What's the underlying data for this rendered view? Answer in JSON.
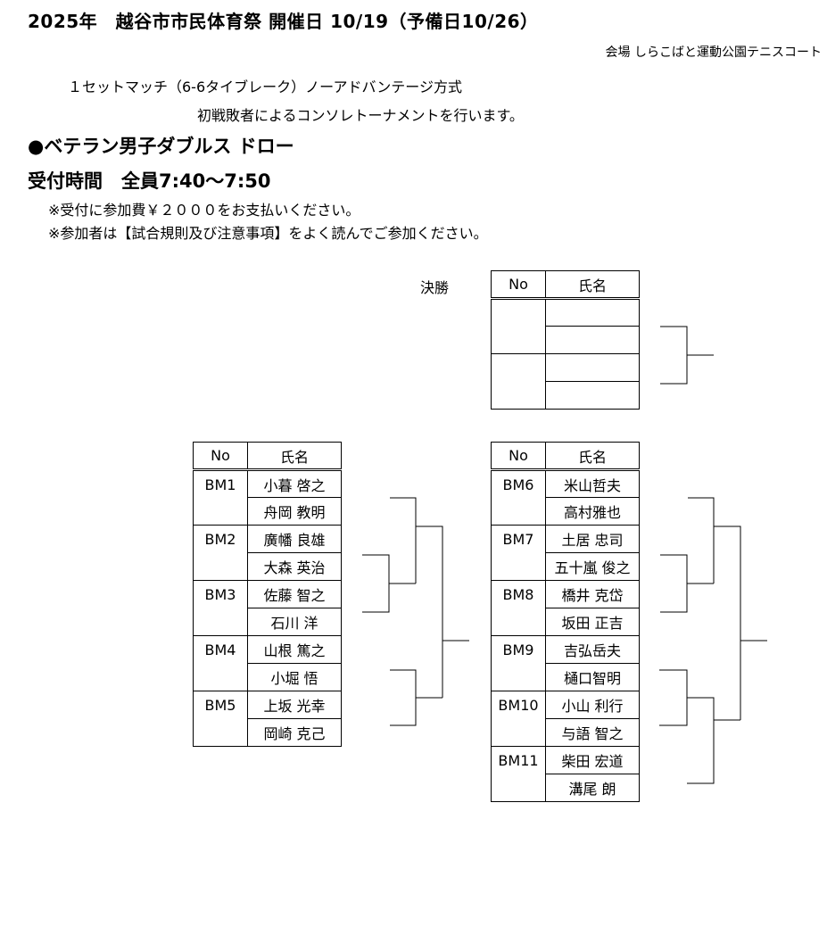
{
  "header": {
    "title": "2025年　越谷市市民体育祭 開催日 10/19（予備日10/26）",
    "venue": "会場 しらこばと運動公園テニスコート",
    "rule1": "１セットマッチ（6-6タイブレーク）ノーアドバンテージ方式",
    "rule2": "初戦敗者によるコンソレトーナメントを行います。",
    "section": "●ベテラン男子ダブルス ドロー",
    "reception": "受付時間　全員7:40～7:50",
    "note1": "※受付に参加費￥２０００をお支払いください。",
    "note2": "※参加者は【試合規則及び注意事項】をよく読んでご参加ください。"
  },
  "final": {
    "label": "決勝",
    "col_no": "No",
    "col_name": "氏名"
  },
  "left": {
    "col_no": "No",
    "col_name": "氏名",
    "pairs": [
      {
        "no": "BM1",
        "p1": "小暮 啓之",
        "p2": "舟岡 教明"
      },
      {
        "no": "BM2",
        "p1": "廣幡 良雄",
        "p2": "大森 英治"
      },
      {
        "no": "BM3",
        "p1": "佐藤 智之",
        "p2": "石川 洋"
      },
      {
        "no": "BM4",
        "p1": "山根 篤之",
        "p2": "小堀 悟"
      },
      {
        "no": "BM5",
        "p1": "上坂 光幸",
        "p2": "岡崎 克己"
      }
    ]
  },
  "right": {
    "col_no": "No",
    "col_name": "氏名",
    "pairs": [
      {
        "no": "BM6",
        "p1": "米山哲夫",
        "p2": "高村雅也"
      },
      {
        "no": "BM7",
        "p1": "土居 忠司",
        "p2": "五十嵐 俊之"
      },
      {
        "no": "BM8",
        "p1": "橋井 克岱",
        "p2": "坂田 正吉"
      },
      {
        "no": "BM9",
        "p1": "吉弘岳夫",
        "p2": "樋口智明"
      },
      {
        "no": "BM10",
        "p1": "小山 利行",
        "p2": "与語 智之"
      },
      {
        "no": "BM11",
        "p1": "柴田 宏道",
        "p2": "溝尾 朗"
      }
    ]
  }
}
